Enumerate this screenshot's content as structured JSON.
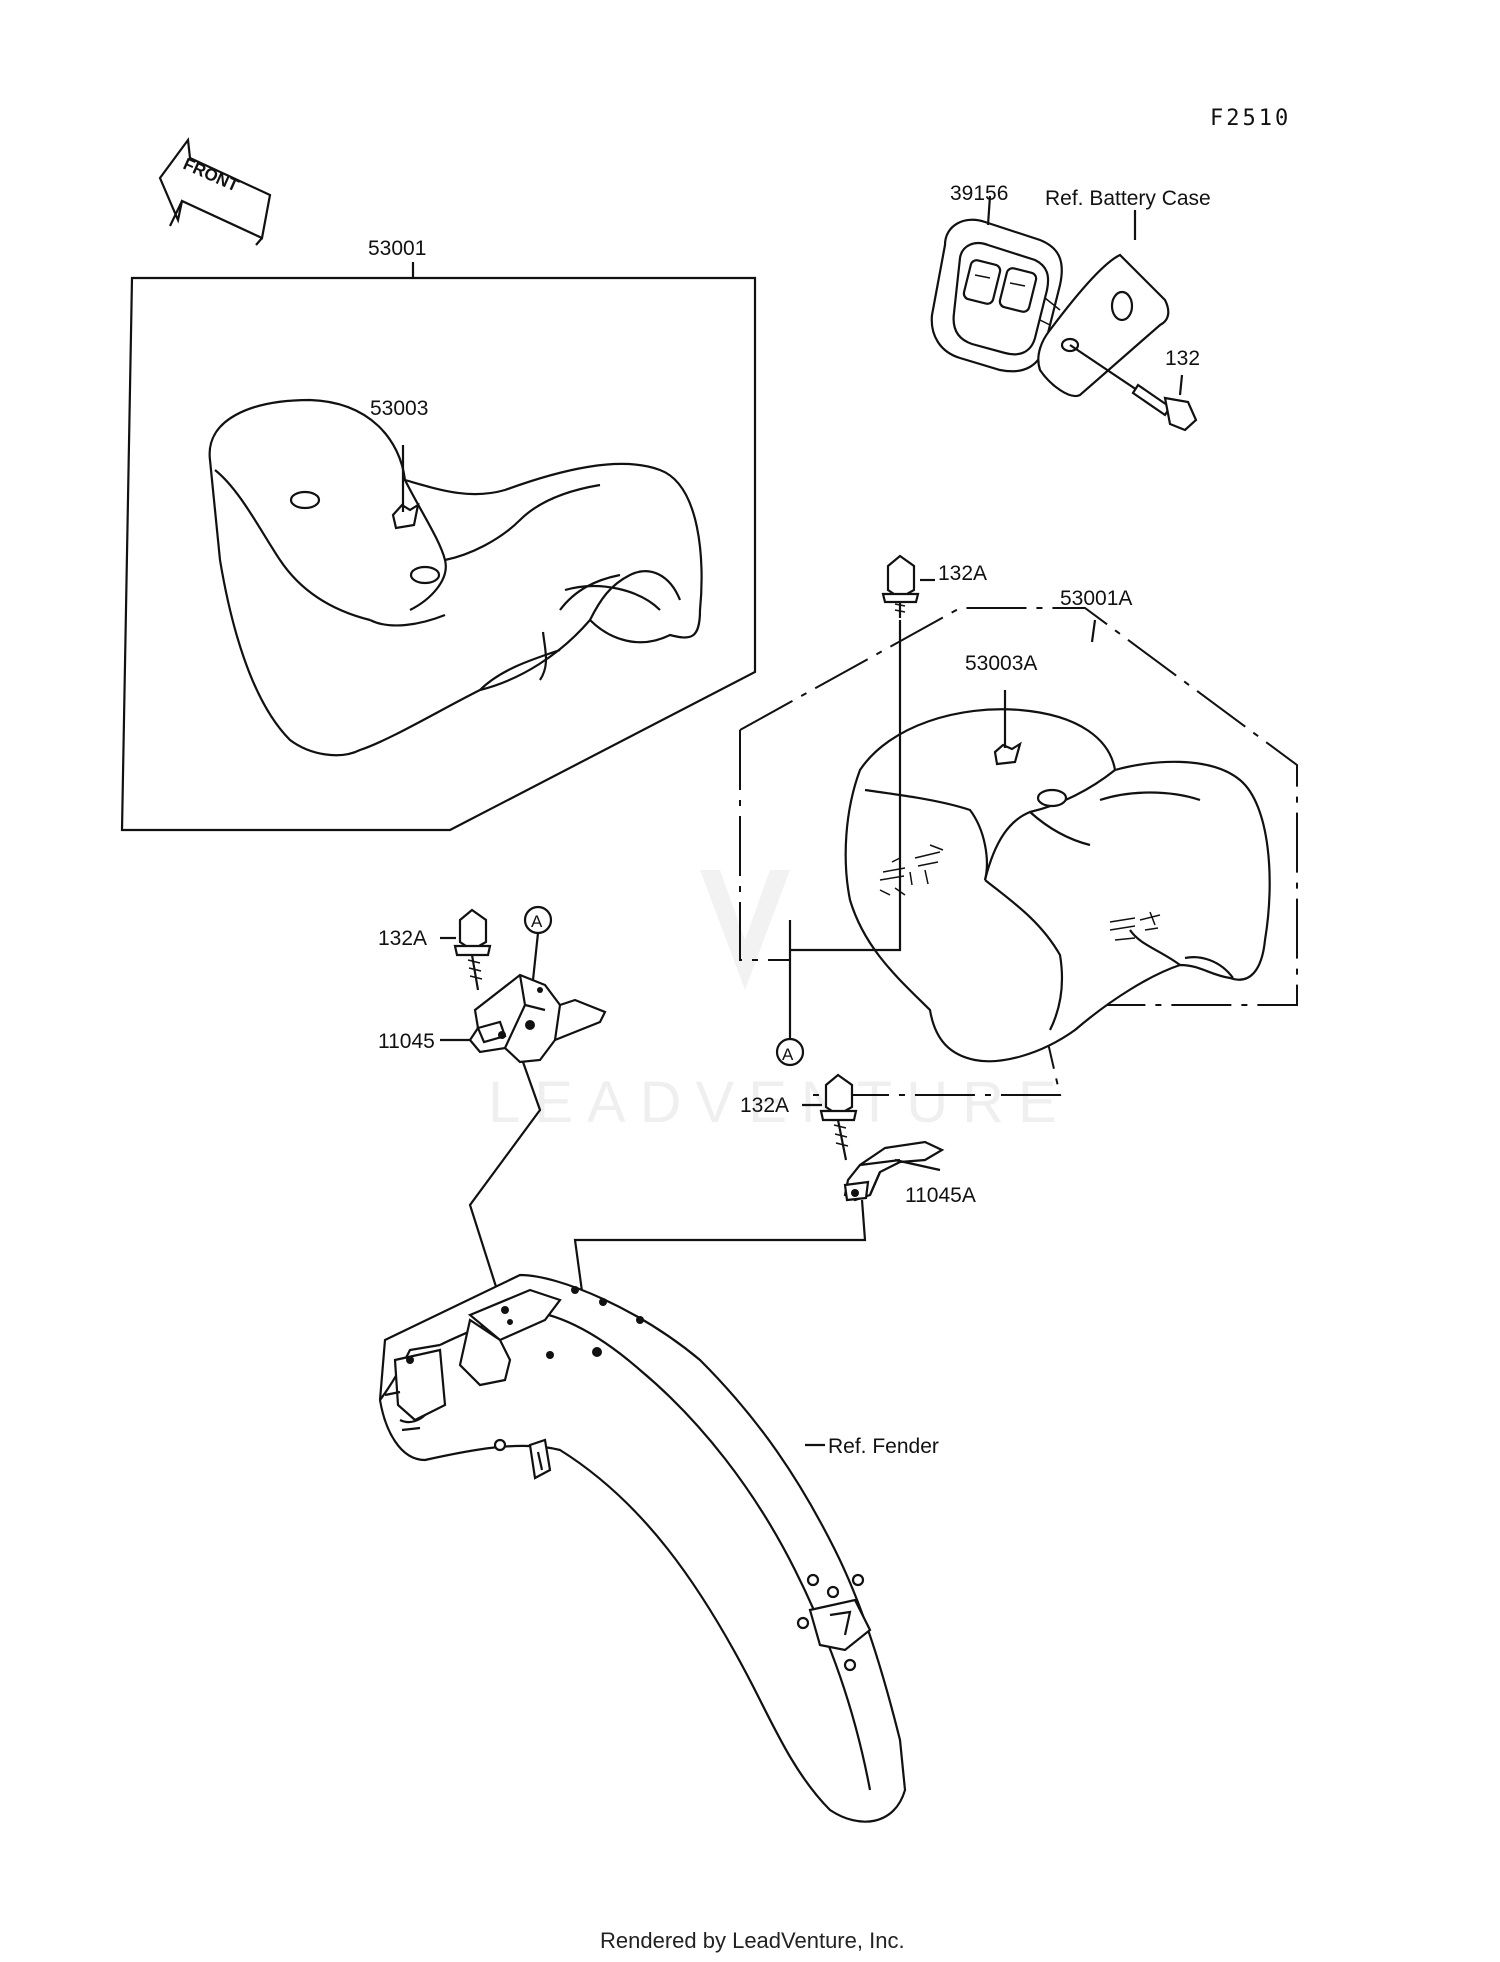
{
  "diagram": {
    "figure_code": "F2510",
    "front_arrow_label": "FRONT",
    "footer": "Rendered by LeadVenture, Inc.",
    "watermark": "LEADVENTURE",
    "callouts": {
      "c39156": "39156",
      "ref_battery_case": "Ref. Battery Case",
      "c132": "132",
      "c53001": "53001",
      "c53003": "53003",
      "c132a_top": "132A",
      "c53001a": "53001A",
      "c53003a": "53003A",
      "c132a_left": "132A",
      "marker_a1": "A",
      "c11045": "11045",
      "marker_a2": "A",
      "c132a_right": "132A",
      "c11045a": "11045A",
      "ref_fender": "Ref. Fender"
    }
  }
}
